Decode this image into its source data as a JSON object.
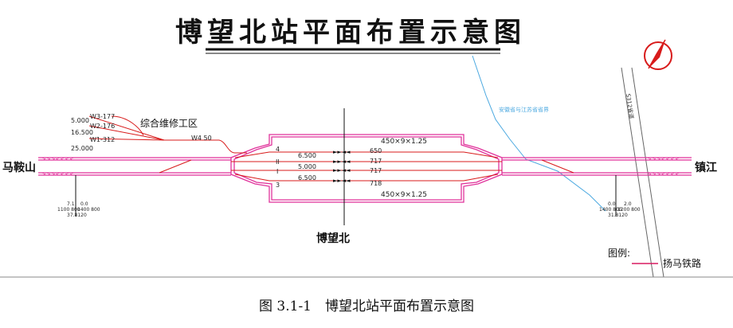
{
  "title": "博望北站平面布置示意图",
  "caption": "图 3.1-1　博望北站平面布置示意图",
  "stations": {
    "left": "马鞍山",
    "right": "镇江",
    "center": "博望北"
  },
  "maintenance": {
    "label": "综合维修工区",
    "switches": [
      "W3-177",
      "W2-176",
      "W1-312",
      "W4 50"
    ],
    "values": [
      "5.000",
      "16.500",
      "25.000"
    ]
  },
  "tracks": {
    "numbers": [
      "4",
      "II",
      "I",
      "3"
    ],
    "spacing": [
      "6.500",
      "5.000",
      "6.500"
    ],
    "lengths": [
      "650",
      "717",
      "717",
      "718"
    ]
  },
  "platforms": {
    "top": "450×9×1.25",
    "bottom": "450×9×1.25"
  },
  "left_marker": {
    "a": "7.1",
    "b": "0.0",
    "c": "1100 800",
    "d": "1400 800",
    "e": "37.8120"
  },
  "right_marker": {
    "a": "0.0",
    "b": "2.0",
    "c": "1400 800",
    "d": "1200 800",
    "e": "31.8120"
  },
  "boundary_label": "安徽省与江苏省省界",
  "road_label": "S312省道",
  "legend": {
    "label": "图例:",
    "items": [
      {
        "name": "扬马铁路",
        "color": "#d81b60"
      }
    ]
  },
  "colors": {
    "track": "#e0329b",
    "red": "#d81b1b",
    "blue": "#4aa8e0",
    "ink": "#222222"
  }
}
